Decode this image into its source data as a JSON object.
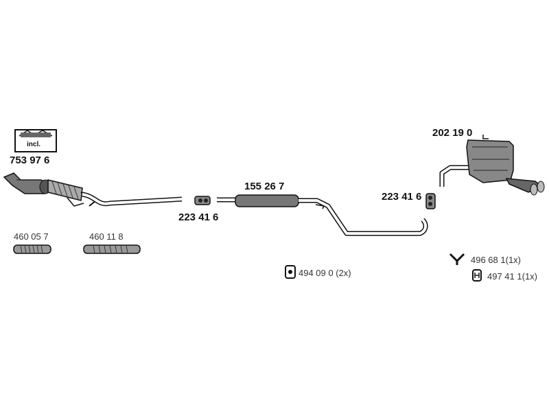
{
  "parts": {
    "catalytic_converter": {
      "number": "753 97 6",
      "box_label": "incl."
    },
    "clamp_front": {
      "number": "223 41 6"
    },
    "middle_silencer": {
      "number": "155 26 7"
    },
    "clamp_rear": {
      "number": "223 41 6"
    },
    "rear_silencer": {
      "number": "202 19 0"
    },
    "flex_pipe_1": {
      "number": "460 05 7"
    },
    "flex_pipe_2": {
      "number": "460 11 8"
    },
    "rubber_mount": {
      "number": "494 09 0",
      "qty": "(2x)"
    },
    "hanger_y": {
      "number": "496 68 1",
      "qty": "(1x)"
    },
    "rubber_mount_h": {
      "number": "497 41 1",
      "qty": "(1x)"
    }
  }
}
